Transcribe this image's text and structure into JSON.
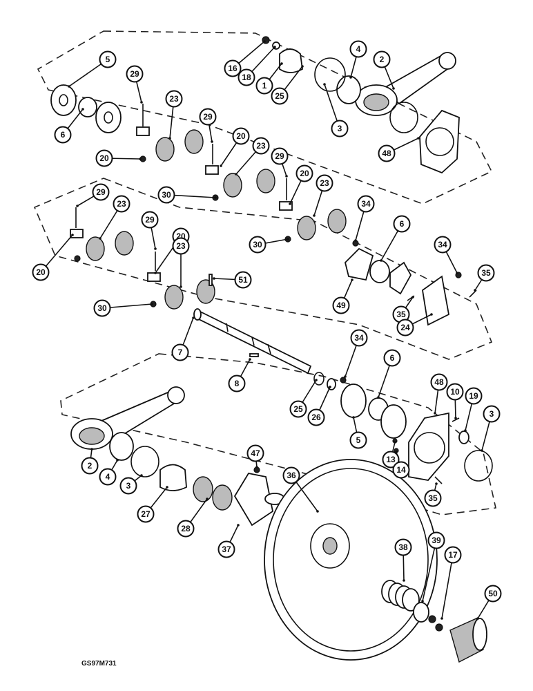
{
  "drawing_code": "GS97M731",
  "callouts": [
    {
      "label": "16"
    },
    {
      "label": "18"
    },
    {
      "label": "1"
    },
    {
      "label": "25"
    },
    {
      "label": "4"
    },
    {
      "label": "2"
    },
    {
      "label": "3"
    },
    {
      "label": "48"
    },
    {
      "label": "5"
    },
    {
      "label": "6"
    },
    {
      "label": "29"
    },
    {
      "label": "23"
    },
    {
      "label": "29"
    },
    {
      "label": "20"
    },
    {
      "label": "23"
    },
    {
      "label": "29"
    },
    {
      "label": "20"
    },
    {
      "label": "23"
    },
    {
      "label": "20"
    },
    {
      "label": "30"
    },
    {
      "label": "29"
    },
    {
      "label": "23"
    },
    {
      "label": "34"
    },
    {
      "label": "30"
    },
    {
      "label": "6"
    },
    {
      "label": "34"
    },
    {
      "label": "35"
    },
    {
      "label": "29"
    },
    {
      "label": "20"
    },
    {
      "label": "23"
    },
    {
      "label": "51"
    },
    {
      "label": "20"
    },
    {
      "label": "30"
    },
    {
      "label": "49"
    },
    {
      "label": "35"
    },
    {
      "label": "24"
    },
    {
      "label": "7"
    },
    {
      "label": "34"
    },
    {
      "label": "8"
    },
    {
      "label": "6"
    },
    {
      "label": "48"
    },
    {
      "label": "10"
    },
    {
      "label": "19"
    },
    {
      "label": "3"
    },
    {
      "label": "25"
    },
    {
      "label": "26"
    },
    {
      "label": "5"
    },
    {
      "label": "13"
    },
    {
      "label": "14"
    },
    {
      "label": "35"
    },
    {
      "label": "47"
    },
    {
      "label": "36"
    },
    {
      "label": "2"
    },
    {
      "label": "4"
    },
    {
      "label": "3"
    },
    {
      "label": "27"
    },
    {
      "label": "28"
    },
    {
      "label": "37"
    },
    {
      "label": "38"
    },
    {
      "label": "39"
    },
    {
      "label": "17"
    },
    {
      "label": "50"
    }
  ]
}
